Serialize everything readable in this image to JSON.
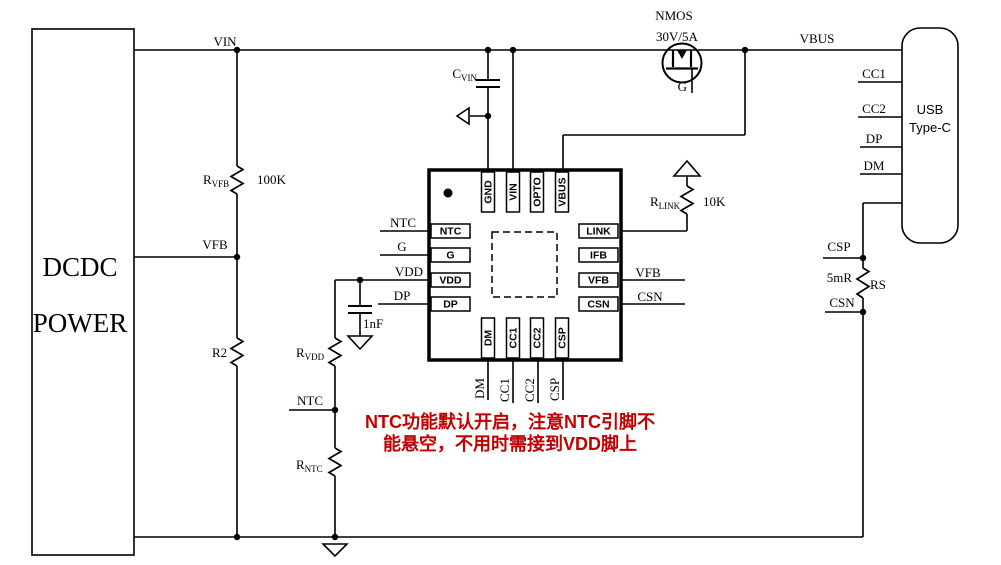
{
  "colors": {
    "ink": "#000000",
    "note": "#c00000",
    "background": "#ffffff"
  },
  "dcdc_block": {
    "line1": "DCDC",
    "line2": "POWER"
  },
  "usb_block": {
    "line1": "USB",
    "line2": "Type-C"
  },
  "nets": {
    "vin": "VIN",
    "vfb": "VFB",
    "vbus": "VBUS",
    "g": "G",
    "ntc": "NTC",
    "vdd": "VDD",
    "dp": "DP",
    "dm": "DM",
    "cc1": "CC1",
    "cc2": "CC2",
    "csp": "CSP",
    "csn": "CSN"
  },
  "components": {
    "c_vin": {
      "prefix": "C",
      "sub": "VIN"
    },
    "r_vfb": {
      "prefix": "R",
      "sub": "VFB",
      "value": "100K"
    },
    "r2": {
      "label": "R2"
    },
    "nmos": {
      "type": "NMOS",
      "rating": "30V/5A",
      "gate": "G"
    },
    "r_link": {
      "prefix": "R",
      "sub": "LINK",
      "value": "10K"
    },
    "c_vdd": {
      "value": "1nF"
    },
    "r_vdd": {
      "prefix": "R",
      "sub": "VDD"
    },
    "r_ntc": {
      "prefix": "R",
      "sub": "NTC"
    },
    "r_sense": {
      "value": "5mR",
      "label": "RS"
    }
  },
  "ic": {
    "pins_top": [
      "GND",
      "VIN",
      "OPTO",
      "VBUS"
    ],
    "pins_left": [
      "NTC",
      "G",
      "VDD",
      "DP"
    ],
    "pins_right": [
      "LINK",
      "IFB",
      "VFB",
      "CSN"
    ],
    "pins_bottom": [
      "DM",
      "CC1",
      "CC2",
      "CSP"
    ]
  },
  "note": {
    "line1": "NTC功能默认开启，注意NTC引脚不",
    "line2": "能悬空，不用时需接到VDD脚上"
  }
}
